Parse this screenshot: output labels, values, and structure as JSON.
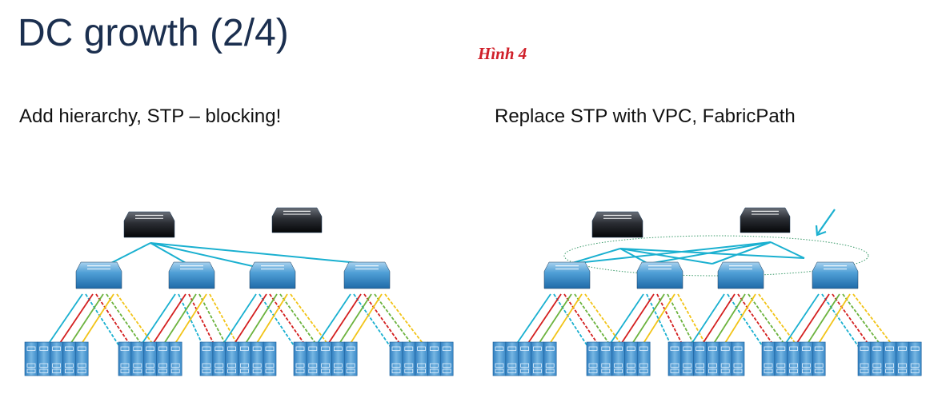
{
  "title": "DC growth (2/4)",
  "figure_label": "Hình 4",
  "left_panel": {
    "caption": "Add hierarchy, STP – blocking!"
  },
  "right_panel": {
    "caption": "Replace STP with VPC, FabricPath"
  },
  "colors": {
    "title": "#1b2f4f",
    "figure_label": "#d0202a",
    "uplink": "#1ab0d0",
    "link_colors": [
      "#1ab0d0",
      "#d42020",
      "#6cb33e",
      "#f2c418"
    ],
    "ellipse": "#3a9a6a"
  },
  "icons": [
    "core-switch-icon",
    "aggregation-switch-icon",
    "server-rack-icon",
    "arrow-icon"
  ]
}
